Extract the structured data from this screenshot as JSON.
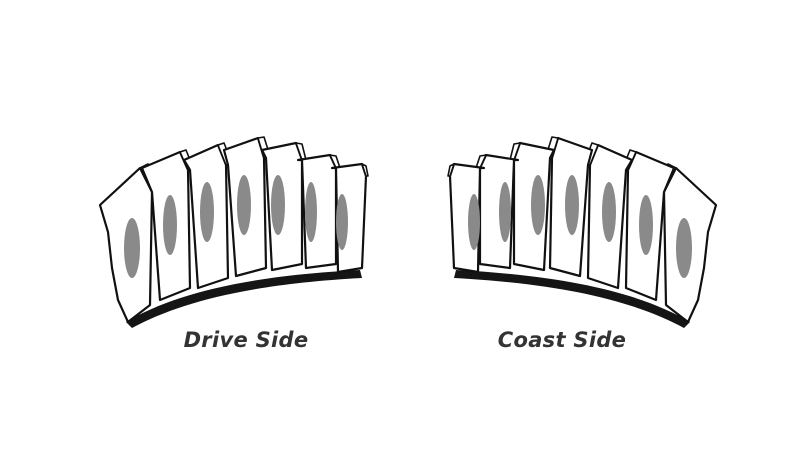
{
  "figure": {
    "left": {
      "caption": "Drive Side",
      "teeth_count": 7,
      "contact_pattern_color": "#8a8a8a"
    },
    "right": {
      "caption": "Coast Side",
      "teeth_count": 7,
      "contact_pattern_color": "#8a8a8a"
    },
    "colors": {
      "outline": "#111111",
      "face": "#ffffff",
      "shadow": "#151515",
      "caption_text": "#333333"
    }
  }
}
